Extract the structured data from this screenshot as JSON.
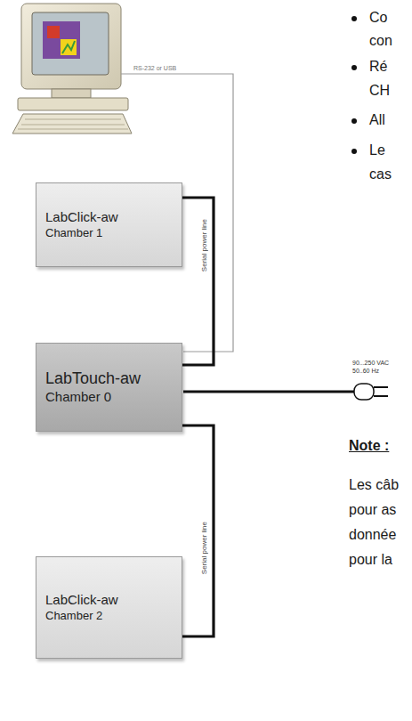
{
  "diagram": {
    "nodes": [
      {
        "text": [
          "LabClick-aw",
          "Chamber 1"
        ]
      },
      {
        "text": [
          "LabTouch-aw",
          "Chamber 0"
        ]
      },
      {
        "text": [
          "LabClick-aw",
          "Chamber 2"
        ]
      }
    ],
    "edges": [
      {
        "from": 0,
        "to": 1,
        "arrow": "none",
        "label": "Serial power line"
      },
      {
        "from": 1,
        "to": 2,
        "arrow": "none",
        "label": "Serial power line"
      }
    ],
    "labels": [
      "RS-232 or USB",
      "Co",
      "con",
      "Ré",
      "CH",
      "All",
      "Le",
      "cas",
      "90...250 VAC",
      "50..60 Hz",
      "Note :",
      "Les câb",
      "pour as",
      "donnée",
      "pour la"
    ]
  }
}
